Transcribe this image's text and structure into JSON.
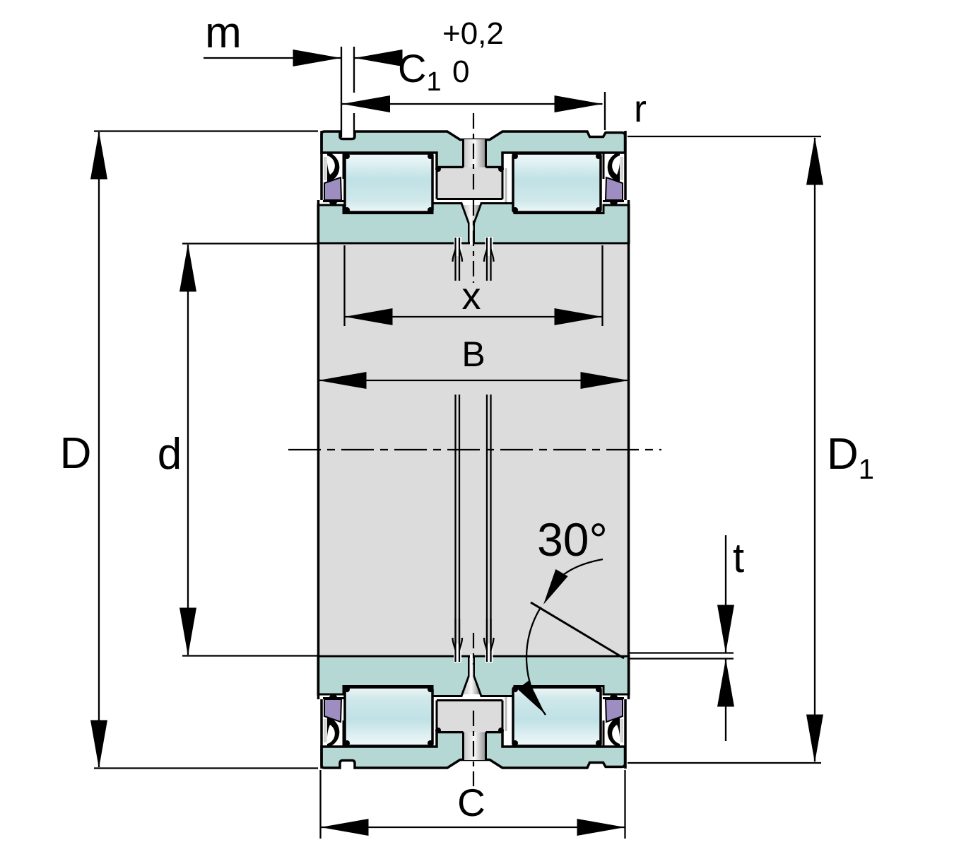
{
  "diagram": {
    "type": "bearing-cross-section-technical-drawing",
    "labels": {
      "m": "m",
      "c1_base": "C",
      "c1_sub": "1",
      "c1_tol_up": "+0,2",
      "c1_tol_low": "0",
      "r": "r",
      "x": "x",
      "b": "B",
      "c": "C",
      "d_outer": "D",
      "d_bore": "d",
      "d1_base": "D",
      "d1_sub": "1",
      "angle": "30°",
      "t": "t"
    },
    "colors": {
      "ring": "#b5d8d5",
      "cavity": "#dcdcdc",
      "seal": "#9d8dc1",
      "roller_light": "#edf6f7",
      "roller_mid": "#bfe1e5",
      "metal_dark": "#8f8f8f",
      "line": "#000000"
    }
  }
}
